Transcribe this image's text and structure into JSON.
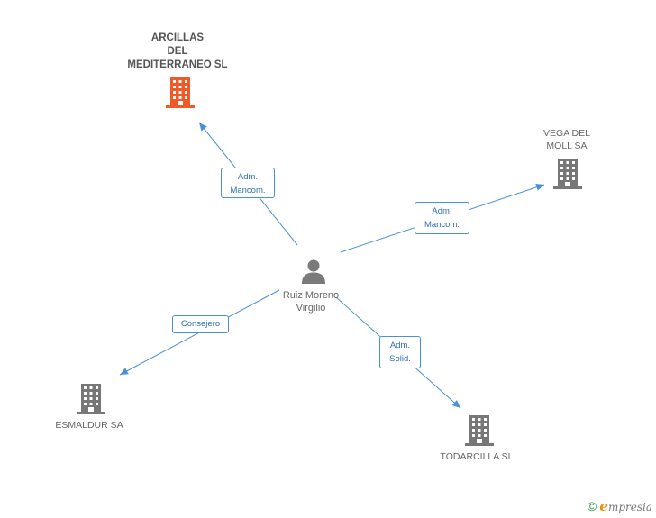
{
  "center": {
    "name_line1": "Ruiz Moreno",
    "name_line2": "Virgilio",
    "icon": "person-icon"
  },
  "nodes": {
    "arcillas": {
      "line1": "ARCILLAS",
      "line2": "DEL",
      "line3": "MEDITERRANEO SL",
      "icon": "building-icon",
      "color": "#f05a28"
    },
    "vega": {
      "line1": "VEGA DEL",
      "line2": "MOLL SA",
      "icon": "building-icon",
      "color": "#777777"
    },
    "esmaldur": {
      "line1": "ESMALDUR SA",
      "icon": "building-icon",
      "color": "#777777"
    },
    "todarcilla": {
      "line1": "TODARCILLA SL",
      "icon": "building-icon",
      "color": "#777777"
    }
  },
  "edges": {
    "arcillas": {
      "line1": "Adm.",
      "line2": "Mancom."
    },
    "vega": {
      "line1": "Adm.",
      "line2": "Mancom."
    },
    "esmaldur": {
      "line1": "Consejero"
    },
    "todarcilla": {
      "line1": "Adm.",
      "line2": "Solid."
    }
  },
  "colors": {
    "edge": "#4a90d9",
    "highlight": "#f05a28",
    "neutral": "#777777"
  },
  "brand": {
    "copyright": "©",
    "initial": "e",
    "rest": "mpresia"
  }
}
